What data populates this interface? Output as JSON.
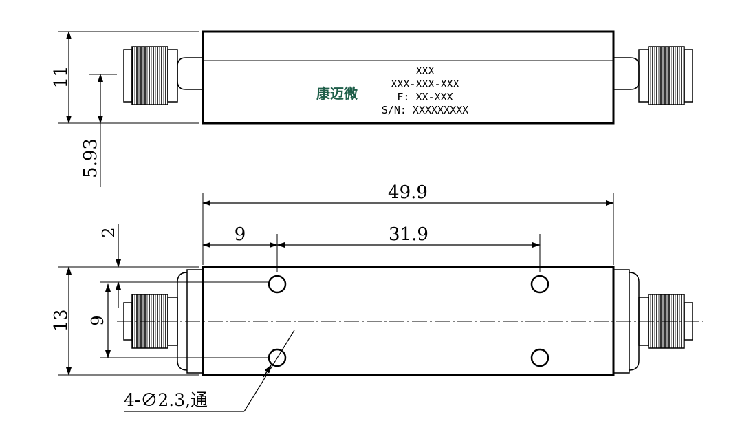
{
  "label": {
    "logo_text": "康迈微",
    "line1": "XXX",
    "line2": "XXX-XXX-XXX",
    "line3": "F: XX-XXX",
    "line4": "S/N: XXXXXXXXX"
  },
  "dimensions": {
    "height_top": "11",
    "offset_top": "5.93",
    "total_length": "49.9",
    "hole_offset": "9",
    "hole_spacing": "31.9",
    "edge_offset": "2",
    "height_bottom": "13",
    "hole_vertical_spacing": "9",
    "hole_callout": "4-∅2.3,通"
  },
  "colors": {
    "line": "#000000",
    "logo": "#1f5f4a"
  }
}
